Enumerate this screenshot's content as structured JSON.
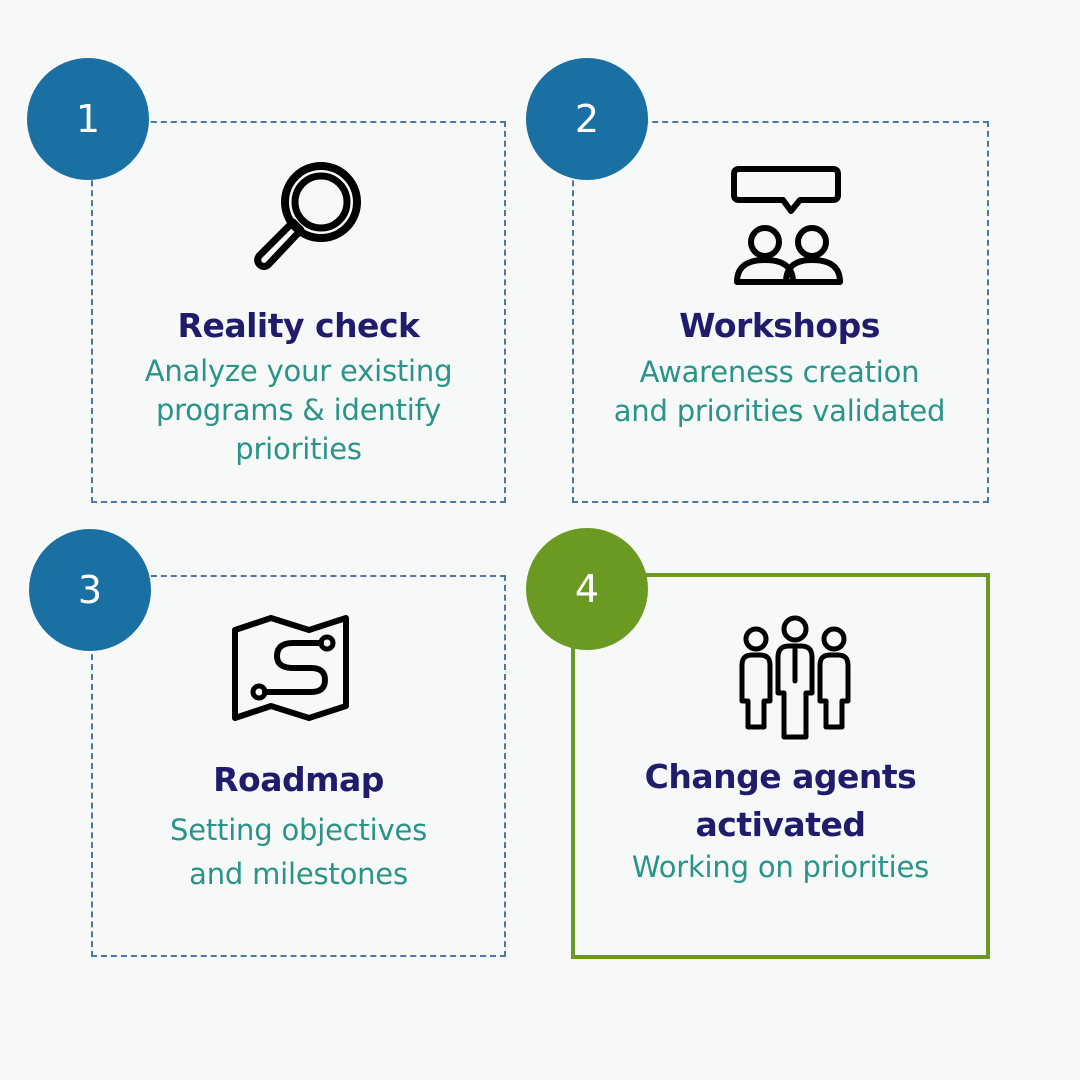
{
  "steps": [
    {
      "number": "1",
      "title": "Reality check",
      "description": "Analyze your existing\nprograms & identify\npriorities",
      "icon": "magnifying-glass-icon",
      "color": "#1a6fa3"
    },
    {
      "number": "2",
      "title": "Workshops",
      "description": "Awareness creation\nand priorities validated",
      "icon": "people-discussion-icon",
      "color": "#1a6fa3"
    },
    {
      "number": "3",
      "title": "Roadmap",
      "description": "Setting objectives\nand milestones",
      "icon": "map-route-icon",
      "color": "#1a6fa3"
    },
    {
      "number": "4",
      "title": "Change agents\nactivated",
      "description": "Working on priorities",
      "icon": "team-group-icon",
      "color": "#6b9a22"
    }
  ],
  "colors": {
    "badge_blue": "#1a6fa3",
    "badge_green": "#6b9a22",
    "title": "#1f1d6b",
    "description": "#2a9488",
    "dashed_border": "#4a78a8",
    "background": "#f7f8f8"
  }
}
